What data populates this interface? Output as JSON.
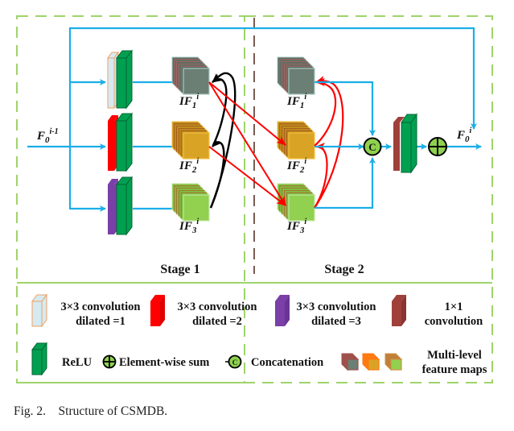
{
  "figure": {
    "caption": "Fig. 2.    Structure of CSMDB.",
    "input_label": {
      "base": "F",
      "sub": "0",
      "sup": "i-1"
    },
    "output_label": {
      "base": "F",
      "sub": "0",
      "sup": "i"
    },
    "stages": [
      {
        "label": "Stage 1"
      },
      {
        "label": "Stage 2"
      }
    ],
    "stage1_maps": [
      {
        "base": "IF",
        "sub": "1",
        "sup": "i"
      },
      {
        "base": "IF",
        "sub": "2",
        "sup": "i"
      },
      {
        "base": "IF",
        "sub": "3",
        "sup": "i"
      }
    ],
    "stage2_maps": [
      {
        "base": "IF",
        "sub": "1",
        "sup": "i"
      },
      {
        "base": "IF",
        "sub": "2",
        "sup": "i"
      },
      {
        "base": "IF",
        "sub": "3",
        "sup": "i"
      }
    ],
    "concat_symbol": "C"
  },
  "legend": {
    "items": [
      {
        "icon": "conv-dilated-1-block-icon",
        "line1": "3×3 convolution",
        "line2": "dilated =1"
      },
      {
        "icon": "conv-dilated-2-block-icon",
        "line1": "3×3 convolution",
        "line2": "dilated =2"
      },
      {
        "icon": "conv-dilated-3-block-icon",
        "line1": "3×3 convolution",
        "line2": "dilated =3"
      },
      {
        "icon": "conv-1x1-block-icon",
        "line1": "1×1",
        "line2": "convolution"
      },
      {
        "icon": "relu-block-icon",
        "line1": "ReLU"
      },
      {
        "icon": "element-wise-sum-icon",
        "line1": "Element-wise sum"
      },
      {
        "icon": "concatenation-icon",
        "line1": "Concatenation",
        "symbol": "C"
      },
      {
        "icon": "multi-level-feature-maps-icon",
        "line1": "Multi-level",
        "line2": "feature maps"
      }
    ]
  },
  "colors": {
    "frame_dash": "#9ed46a",
    "stage_divider": "#7a5c52",
    "flow_arrow": "#1aaee8",
    "cross_arrow": "#ff0000",
    "feedback_arrow": "#000000",
    "conv_d1_fill": "#d6eaf2",
    "conv_d1_stroke": "#f0a060",
    "conv_d2": "#ff0000",
    "conv_d3": "#7b3fa8",
    "conv_1x1": "#a0403a",
    "relu": "#00a050",
    "map1": "#6b7f74",
    "map2": "#d9a426",
    "map3": "#92d050",
    "circle_fill": "#8fd14f"
  }
}
